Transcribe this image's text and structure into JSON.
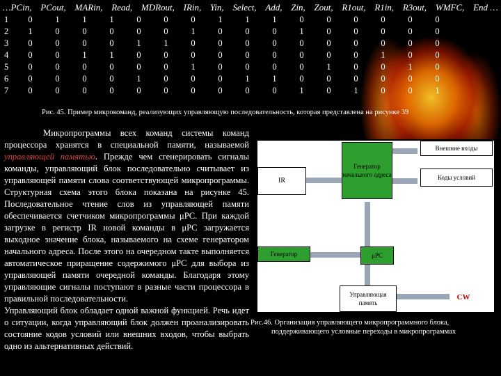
{
  "header": {
    "signals": [
      "…PCin,",
      "PCout,",
      "MARin,",
      "Read,",
      "MDRout,",
      "IRin,",
      "Yin,",
      "Select,",
      "Add,",
      "Zin,",
      "Zout,",
      "R1out,",
      "R1in,",
      "R3out,",
      "WMFC,",
      "End …"
    ]
  },
  "matrix": {
    "rows": [
      {
        "n": "1",
        "cells": [
          "0",
          "1",
          "1",
          "1",
          "0",
          "0",
          "0",
          "1",
          "1",
          "1",
          "0",
          "0",
          "0",
          "0",
          "0",
          "0"
        ]
      },
      {
        "n": "2",
        "cells": [
          "1",
          "0",
          "0",
          "0",
          "0",
          "0",
          "1",
          "0",
          "0",
          "0",
          "1",
          "0",
          "0",
          "0",
          "0",
          "0"
        ]
      },
      {
        "n": "3",
        "cells": [
          "0",
          "0",
          "0",
          "0",
          "1",
          "1",
          "0",
          "0",
          "0",
          "0",
          "0",
          "0",
          "0",
          "0",
          "0",
          "0"
        ]
      },
      {
        "n": "4",
        "cells": [
          "0",
          "0",
          "1",
          "1",
          "0",
          "0",
          "0",
          "0",
          "0",
          "0",
          "0",
          "0",
          "0",
          "1",
          "0",
          "0"
        ]
      },
      {
        "n": "5",
        "cells": [
          "0",
          "0",
          "0",
          "0",
          "0",
          "0",
          "1",
          "0",
          "0",
          "0",
          "0",
          "1",
          "0",
          "0",
          "1",
          "0"
        ]
      },
      {
        "n": "6",
        "cells": [
          "0",
          "0",
          "0",
          "0",
          "1",
          "0",
          "0",
          "0",
          "1",
          "1",
          "0",
          "0",
          "0",
          "0",
          "0",
          "0"
        ]
      },
      {
        "n": "7",
        "cells": [
          "0",
          "0",
          "0",
          "0",
          "0",
          "0",
          "0",
          "0",
          "0",
          "0",
          "1",
          "0",
          "1",
          "0",
          "0",
          "1"
        ]
      }
    ]
  },
  "caption45": "Рис. 45. Пример микрокоманд, реализующих управляющую последовательность, которая представлена на рисунке 39",
  "body": {
    "p1_before": "Микропрограммы всех команд системы команд процессора хранятся в специальной памяти, называемой ",
    "p1_emph": "управляющей памятью",
    "p1_after": ". Прежде чем сгенерировать сигналы команды, управляющий блок последовательно считывает из управляющей памяти слова соответствующей микропрограммы. Структурная схема этого блока показана на рисунке 45. Последовательное чтение слов из управляющей памяти обеспечивается счетчиком микропрограммы μPC. При каждой загрузке в регистр IR новой команды в μPC загружается выходное значение блока, называемого на схеме генератором начального адреса. После этого на очередном такте выполняется автоматическое приращение содержимого μPC для выбора из управляющей памяти очередной команды. Благодаря этому управляющие сигналы поступают в разные части процессора в правильной последовательности.",
    "p2": "Управляющий блок обладает одной важной функцией. Речь идет о ситуации, когда управляющий блок должен проанализировать состояние кодов условий или внешних входов, чтобы выбрать одно из альтернативных действий."
  },
  "diagram": {
    "external_inputs": "Внешние входы",
    "ir": "IR",
    "generator_start": "Генератор начального адреса",
    "condition_codes": "Коды условий",
    "generator": "Генератор",
    "upc": "μPC",
    "control_memory": "Управляющая память",
    "cw": "CW",
    "colors": {
      "box_fill": "#2e9e2e",
      "cw_text": "#d00000",
      "arrow": "#9aa5b5"
    }
  },
  "caption46": {
    "line1": "Рис.46. Организация управляющего микропрограммного блока,",
    "line2": "поддерживающего условные переходы в микропрограммах"
  }
}
